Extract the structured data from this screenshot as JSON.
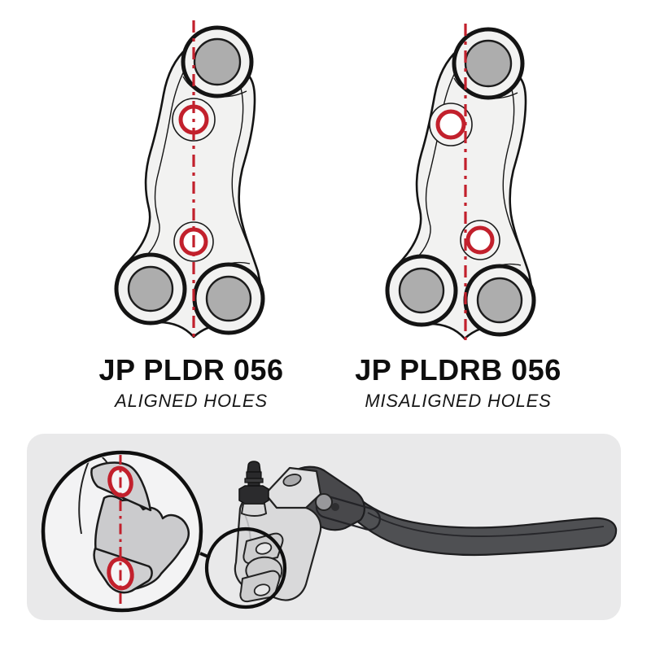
{
  "page": {
    "background": "#ffffff",
    "description": "Comparison diagram of two brake lever adapter plates and a master-cylinder lever illustration"
  },
  "products": [
    {
      "code": "JP PLDR 056",
      "variant": "ALIGNED HOLES",
      "alignment": "aligned"
    },
    {
      "code": "JP PLDRB 056",
      "variant": "MISALIGNED HOLES",
      "alignment": "misaligned"
    }
  ],
  "colors": {
    "accent_red": "#c2202c",
    "outline_black": "#141414",
    "plate_fill": "#f2f2f1",
    "bore_gray": "#adadad",
    "panel_background": "#e9e9ea",
    "magnifier_fill": "#f3f3f4",
    "part_gray": "#d9d9da",
    "lever_dark": "#4f5053",
    "label_text": "#0e0e0e"
  },
  "illustrations": {
    "left_plate": "adapter-plate-with-aligned-holes",
    "right_plate": "adapter-plate-with-misaligned-holes",
    "bottom_panel": "master-cylinder-with-lever-and-magnified-mounting-holes"
  }
}
